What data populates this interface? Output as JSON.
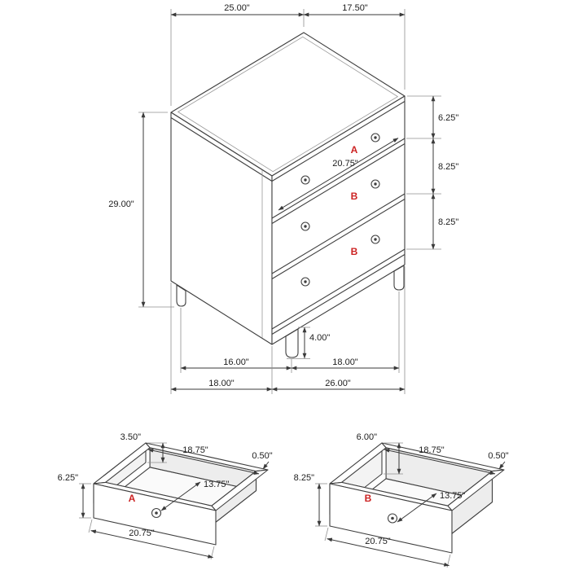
{
  "diagram": {
    "type": "furniture-dimension-diagram",
    "product": "3-drawer chest with two drawer detail views"
  },
  "colors": {
    "line": "#3f3f3f",
    "dimension": "#3a3a3a",
    "drawer_label_red": "#cc2222",
    "background": "#ffffff"
  },
  "chest": {
    "top_width": "25.00\"",
    "top_depth": "17.50\"",
    "overall_height": "29.00\"",
    "drawer_heights": [
      "6.25\"",
      "8.25\"",
      "8.25\""
    ],
    "drawer_front_width": "20.75\"",
    "leg_height": "4.00\"",
    "leg_span_side": "16.00\"",
    "leg_span_front": "18.00\"",
    "base_depth": "18.00\"",
    "base_width": "26.00\"",
    "drawer_labels": [
      "A",
      "B",
      "B"
    ]
  },
  "drawer_a": {
    "letter": "A",
    "back_height": "3.50\"",
    "inner_width": "18.75\"",
    "side_thickness": "0.50\"",
    "front_height": "6.25\"",
    "inner_depth": "13.75\"",
    "front_width": "20.75\""
  },
  "drawer_b": {
    "letter": "B",
    "back_height": "6.00\"",
    "inner_width": "18.75\"",
    "side_thickness": "0.50\"",
    "front_height": "8.25\"",
    "inner_depth": "13.75\"",
    "front_width": "20.75\""
  }
}
